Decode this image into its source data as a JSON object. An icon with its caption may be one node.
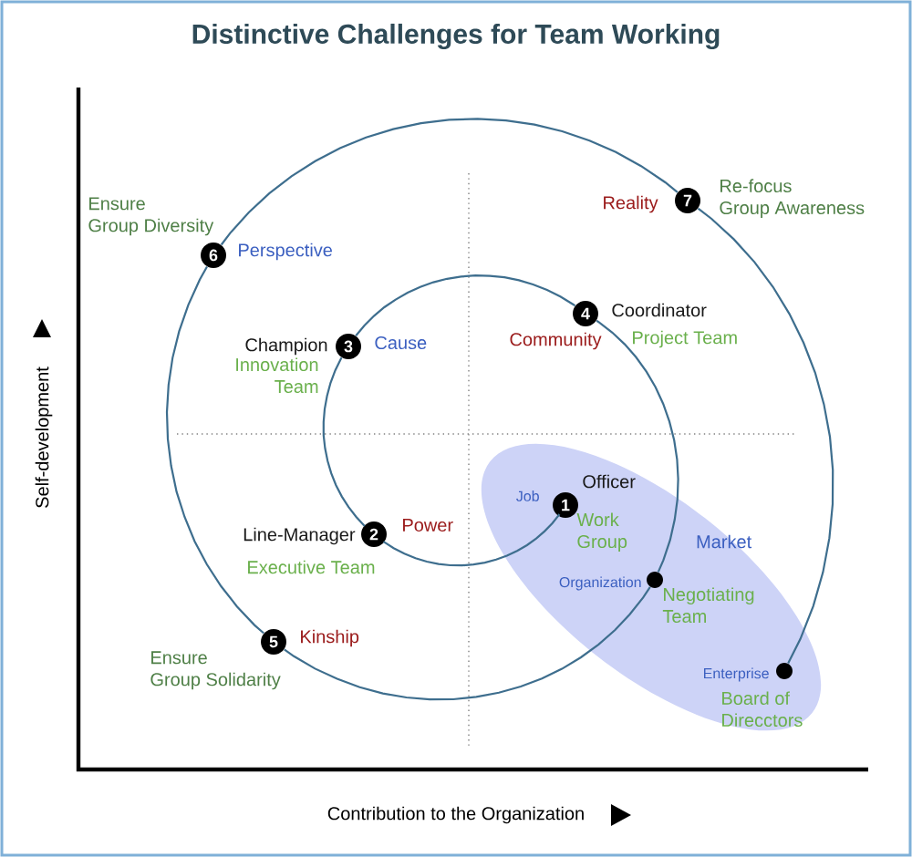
{
  "diagram": {
    "title": "Distinctive Challenges for Team Working",
    "nodes": [
      {
        "text": [
          "Market"
        ]
      },
      {
        "text": [
          "1"
        ],
        "in": 0,
        "beside": [
          "Officer",
          "Work Group",
          "Job"
        ]
      },
      {
        "text": [
          "2"
        ],
        "beside": [
          "Line-Manager",
          "Executive Team",
          "Power"
        ]
      },
      {
        "text": [
          "3"
        ],
        "beside": [
          "Champion",
          "Innovation Team",
          "Cause"
        ]
      },
      {
        "text": [
          "4"
        ],
        "beside": [
          "Coordinator",
          "Project Team",
          "Community"
        ]
      },
      {
        "text": [],
        "shape": "circle",
        "in": 0,
        "beside": [
          "Organization",
          "Negotiating Team"
        ]
      },
      {
        "text": [
          "5"
        ],
        "beside": [
          "Kinship",
          "Ensure Group Solidarity"
        ]
      },
      {
        "text": [
          "6"
        ],
        "beside": [
          "Ensure Group Diversity",
          "Perspective"
        ]
      },
      {
        "text": [
          "7"
        ],
        "beside": [
          "Reality",
          "Re-focus Group Awareness"
        ]
      },
      {
        "text": [],
        "shape": "circle",
        "in": 0,
        "beside": [
          "Enterprise",
          "Board of Direcctors"
        ]
      }
    ],
    "edges": [
      {
        "from": 1,
        "to": 2,
        "arrow": "none"
      },
      {
        "from": 2,
        "to": 3,
        "arrow": "none"
      },
      {
        "from": 3,
        "to": 4,
        "arrow": "none"
      },
      {
        "from": 4,
        "to": 5,
        "arrow": "none"
      },
      {
        "from": 5,
        "to": 6,
        "arrow": "none"
      },
      {
        "from": 6,
        "to": 7,
        "arrow": "none"
      },
      {
        "from": 7,
        "to": 8,
        "arrow": "none"
      },
      {
        "from": 8,
        "to": 9,
        "arrow": "none"
      }
    ],
    "labels": [
      "Self-development",
      "Contribution to the Organization"
    ]
  }
}
